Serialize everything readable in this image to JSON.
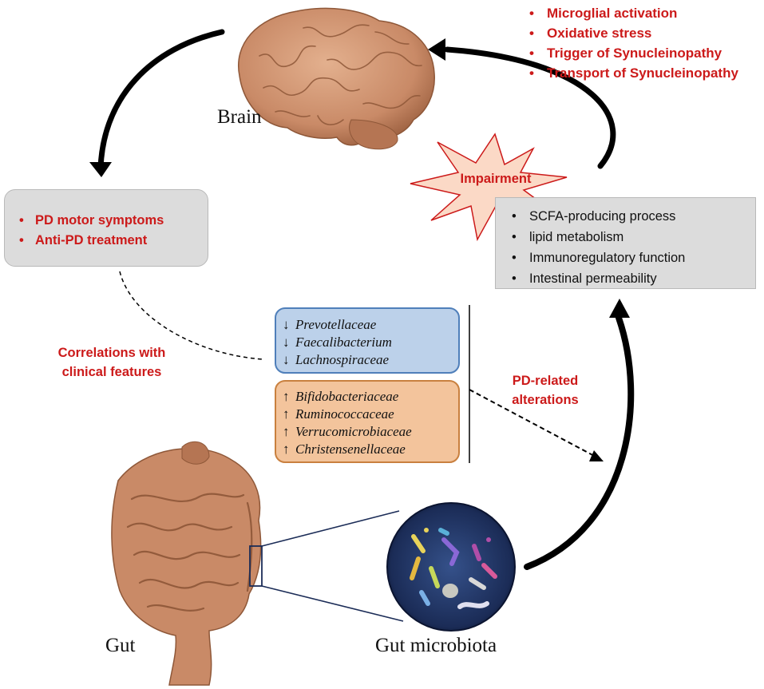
{
  "brain": {
    "label": "Brain"
  },
  "gut": {
    "label": "Gut"
  },
  "microbiota": {
    "label": "Gut microbiota"
  },
  "brain_effects": [
    "Microglial activation",
    "Oxidative stress",
    "Trigger of Synucleinopathy",
    "Transport of Synucleinopathy"
  ],
  "clinical": {
    "items": [
      "PD motor symptoms",
      "Anti-PD treatment"
    ],
    "correlations_label_line1": "Correlations with",
    "correlations_label_line2": "clinical features"
  },
  "impairment": {
    "label": "Impairment",
    "items": [
      "SCFA-producing process",
      "lipid metabolism",
      "Immunoregulatory function",
      "Intestinal permeability"
    ]
  },
  "alterations": {
    "label_line1": "PD-related",
    "label_line2": "alterations",
    "decreased_arrow": "↓",
    "increased_arrow": "↑",
    "decreased": [
      "Prevotellaceae",
      "Faecalibacterium",
      "Lachnospiraceae"
    ],
    "increased": [
      "Bifidobacteriaceae",
      "Ruminococcaceae",
      "Verrucomicrobiaceae",
      "Christensenellaceae"
    ]
  },
  "colors": {
    "accent_red": "#cc1a1a",
    "decrease_box": "#bcd1ea",
    "increase_box": "#f3c49c",
    "gray_box": "#dcdcdc",
    "organ_brown": "#c98a67"
  }
}
